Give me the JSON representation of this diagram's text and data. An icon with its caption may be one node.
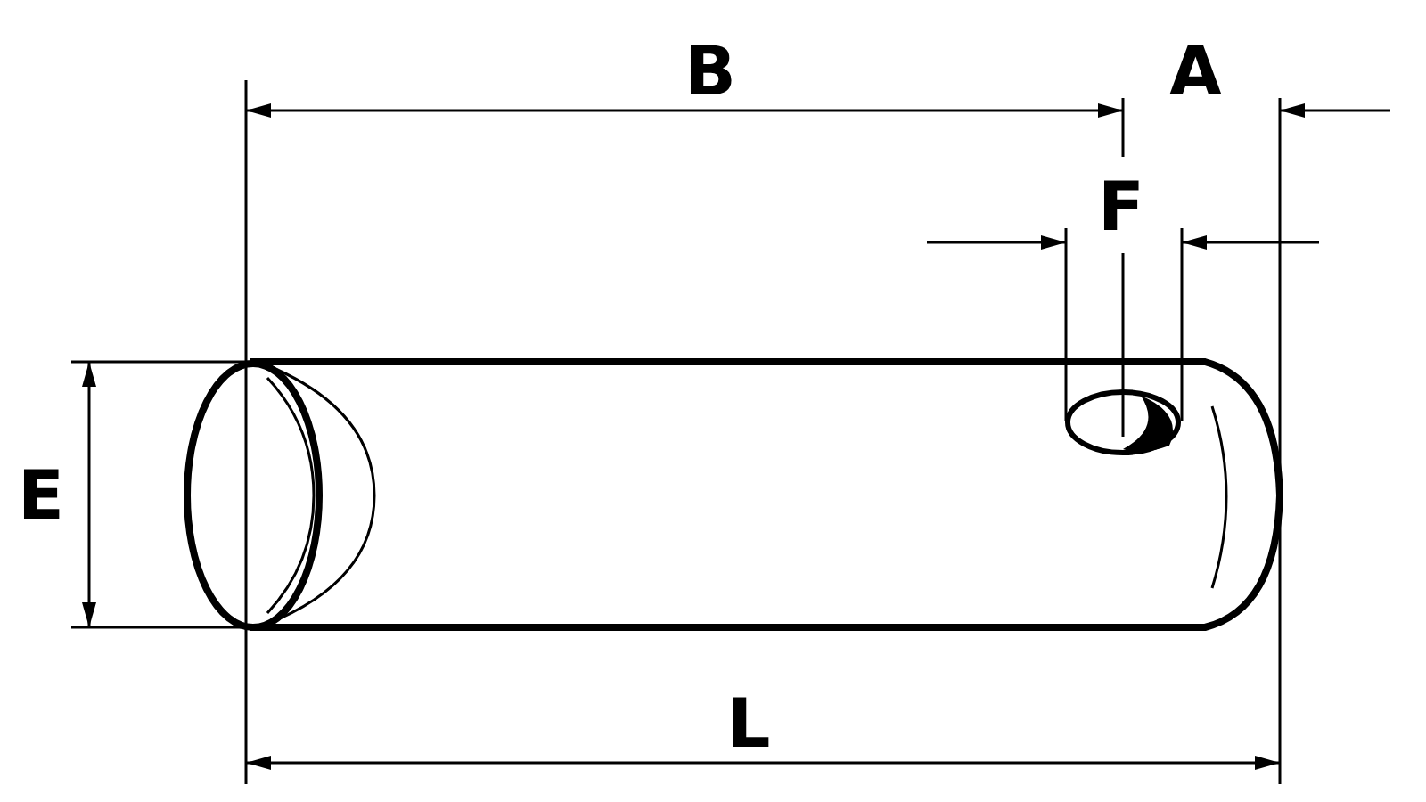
{
  "diagram": {
    "labels": [
      "B",
      "A",
      "F",
      "E",
      "L"
    ]
  }
}
